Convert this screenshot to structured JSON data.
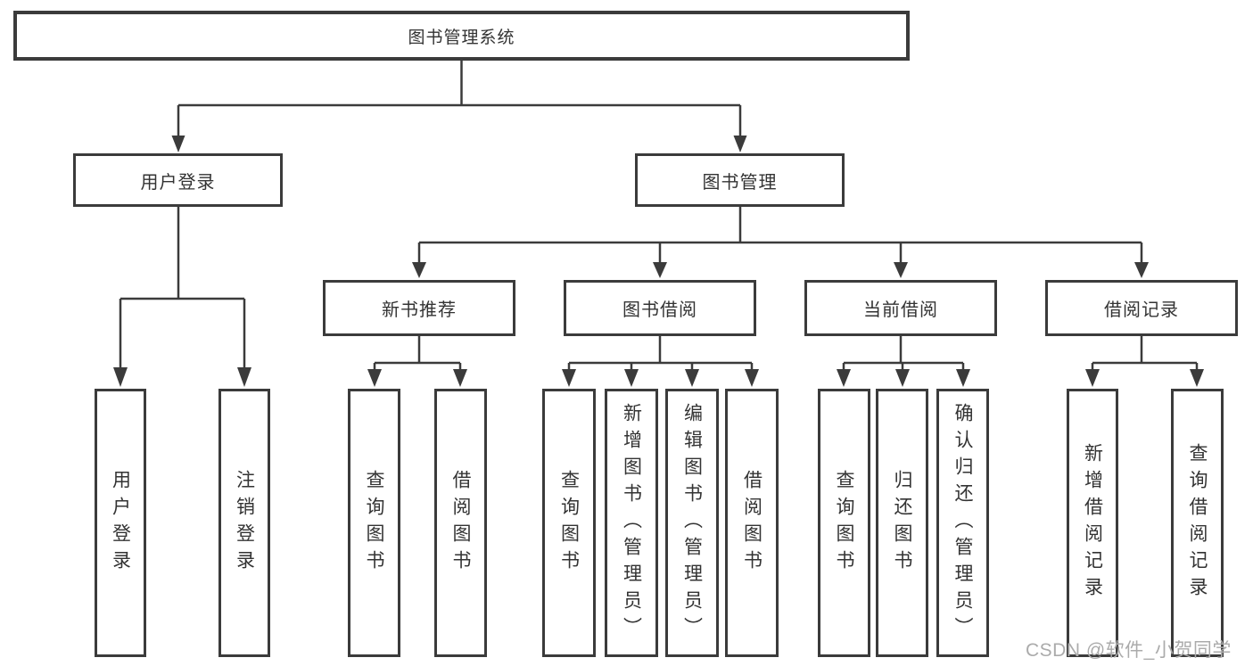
{
  "diagram": {
    "root": {
      "label": "图书管理系统"
    },
    "level2": [
      {
        "label": "用户登录"
      },
      {
        "label": "图书管理"
      }
    ],
    "level3": [
      {
        "label": "新书推荐"
      },
      {
        "label": "图书借阅"
      },
      {
        "label": "当前借阅"
      },
      {
        "label": "借阅记录"
      }
    ],
    "leaves": {
      "user_login": [
        {
          "label": "用户登录"
        },
        {
          "label": "注销登录"
        }
      ],
      "new_book": [
        {
          "label": "查询图书"
        },
        {
          "label": "借阅图书"
        }
      ],
      "borrow": [
        {
          "label": "查询图书"
        },
        {
          "label": "新增图书（管理员）"
        },
        {
          "label": "编辑图书（管理员）"
        },
        {
          "label": "借阅图书"
        }
      ],
      "current": [
        {
          "label": "查询图书"
        },
        {
          "label": "归还图书"
        },
        {
          "label": "确认归还（管理员）"
        }
      ],
      "records": [
        {
          "label": "新增借阅记录"
        },
        {
          "label": "查询借阅记录"
        }
      ]
    },
    "colors": {
      "border": "#3b3b3b",
      "line": "#3b3b3b",
      "text": "#333333",
      "watermark": "#ababab"
    }
  },
  "watermark": {
    "text": "CSDN @软件_小贺同学"
  }
}
